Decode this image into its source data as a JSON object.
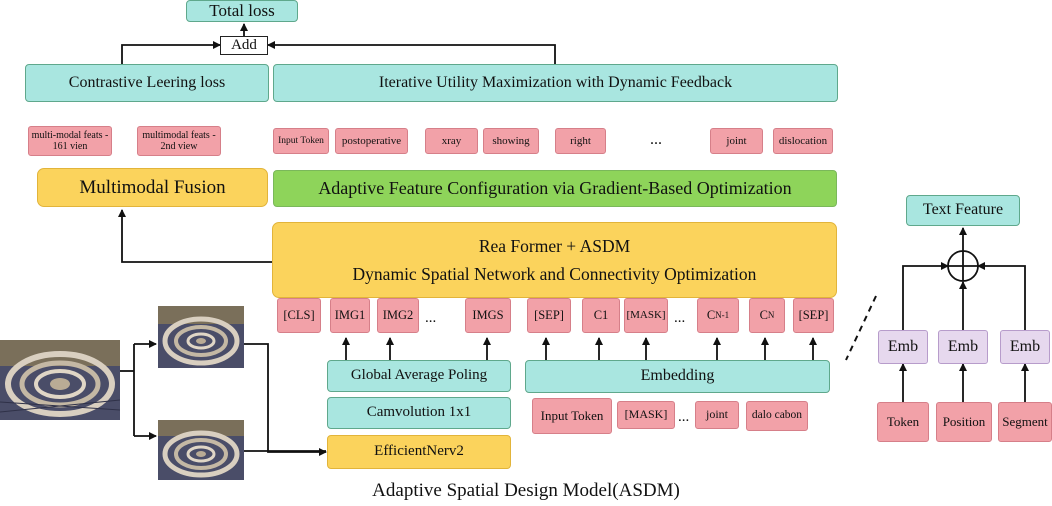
{
  "top": {
    "total_loss": "Total loss",
    "add": "Add",
    "contrastive": "Contrastive Leering loss",
    "iterative": "Iterative Utility Maximization with Dynamic Feedback"
  },
  "views": {
    "view1": "multi-modal feats - 161 vien",
    "view2": "multimodal feats - 2nd view"
  },
  "tokens_row": [
    "Input Token",
    "postoperative",
    "xray",
    "showing",
    "right",
    "...",
    "joint",
    "dislocation"
  ],
  "fusion": "Multimodal Fusion",
  "adaptive": "Adaptive Feature Configuration via Gradient-Based Optimization",
  "former": {
    "line1": "Rea Former + ASDM",
    "line2": "Dynamic Spatial Network and Connectivity Optimization"
  },
  "seq_tokens": {
    "cls": "[CLS]",
    "img1": "IMG1",
    "img2": "IMG2",
    "dots1": "...",
    "imgs": "IMGS",
    "sep1": "[SEP]",
    "c1": "C1",
    "mask": "[MASK]",
    "dots2": "...",
    "cn1_base": "C",
    "cn1_sub": "N-1",
    "cn_base": "C",
    "cn_sub": "N",
    "sep2": "[SEP]"
  },
  "left_stack": {
    "gap": "Global Average Poling",
    "conv": "Camvolution 1x1",
    "effnet": "EfficientNerv2"
  },
  "embedding": "Embedding",
  "embed_inputs": {
    "input_token": "Input Token",
    "mask": "[MASK]",
    "dots": "...",
    "joint": "joint",
    "dalo": "dalo cabon"
  },
  "right_panel": {
    "text_feature": "Text Feature",
    "plus": "+",
    "emb": "Emb",
    "token": "Token",
    "position": "Position",
    "segment": "Segment"
  },
  "caption": "Adaptive Spatial Design Model(ASDM)",
  "colors": {
    "teal": "#a9e6e0",
    "green": "#8ed45a",
    "yellow": "#fbd35c",
    "pink": "#f2a1a8",
    "purple": "#e6d8ee"
  }
}
